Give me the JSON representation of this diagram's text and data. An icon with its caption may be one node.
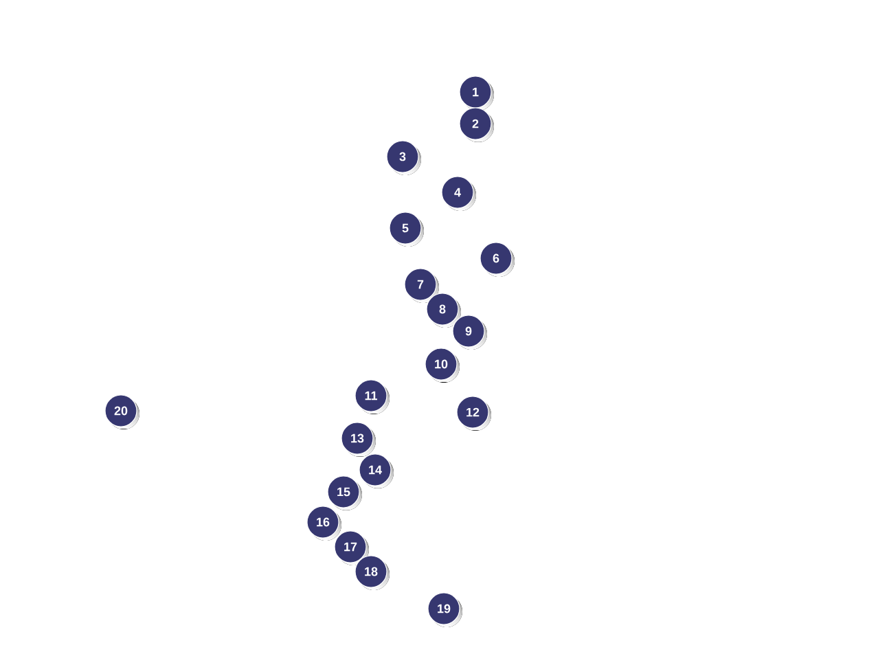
{
  "diagram": {
    "labels": [
      "1",
      "2",
      "3",
      "4",
      "5",
      "6",
      "7",
      "8",
      "9",
      "10",
      "11",
      "12",
      "13",
      "14",
      "15",
      "16",
      "17",
      "18",
      "19",
      "20"
    ]
  }
}
